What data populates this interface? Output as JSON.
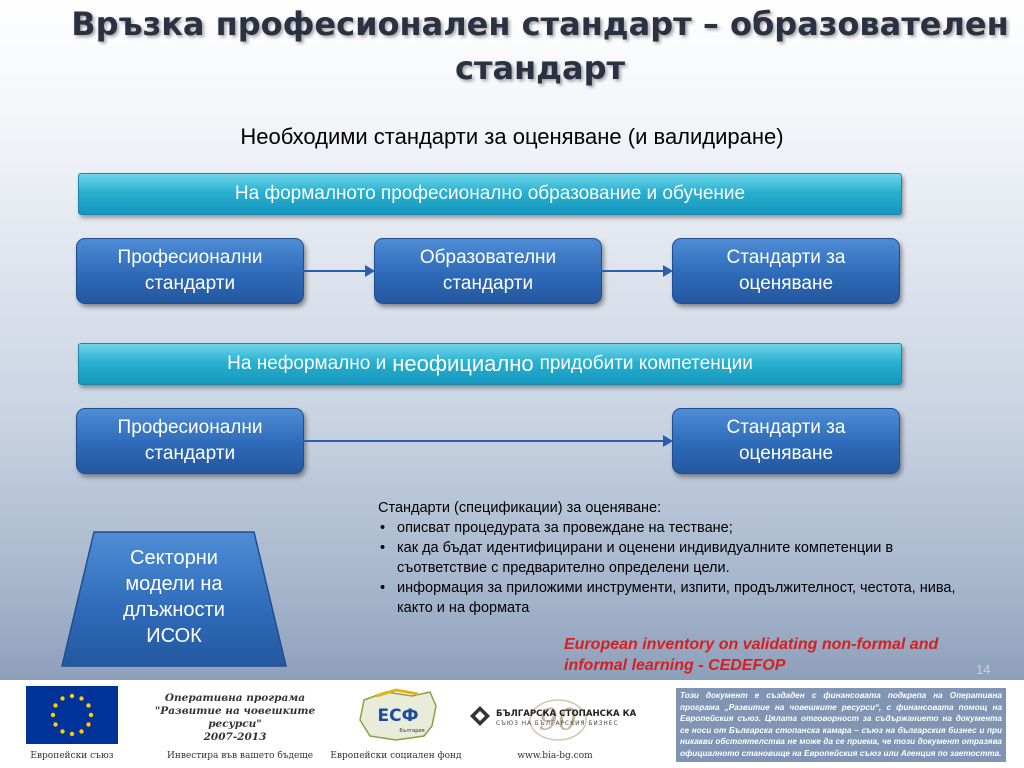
{
  "title_line1": "Връзка професионален стандарт – образователен",
  "title_line2": "стандарт",
  "subtitle": "Необходими стандарти за оценяване (и валидиране)",
  "banner_formal": "На формалното  професионално образование и обучение",
  "banner_informal": {
    "part1": "На  неформално  и",
    "part2": "неофициално",
    "part3": "придобити компетенции"
  },
  "row1": {
    "box1": {
      "line1": "Професионални",
      "line2": "стандарти"
    },
    "box2": {
      "line1": "Образователни",
      "line2": "стандарти"
    },
    "box3": {
      "line1": "Стандарти за",
      "line2": "оценяване"
    }
  },
  "row2": {
    "box1": {
      "line1": "Професионални",
      "line2": "стандарти"
    },
    "box2": {
      "line1": "Стандарти за",
      "line2": "оценяване"
    }
  },
  "trapezoid": {
    "line1": "Секторни",
    "line2": "модели на",
    "line3": "длъжности",
    "line4": "ИСОК"
  },
  "notes": {
    "heading": "Стандарти (спецификации) за оценяване:",
    "items": [
      "описват процедурата за провеждане на тестване;",
      "как да бъдат идентифицирани и оценени индивидуалните компетенции в съответствие с предварително определени цели.",
      "информация за приложими инструменти, изпити, продължителност, честота, нива, както и на формата"
    ]
  },
  "eu_reference": "European inventory on validating non-formal and informal learning - CEDEFOP",
  "slide_number": "14",
  "footer": {
    "eu_caption": "Европейски съюз",
    "op_title": "Оперативна програма",
    "op_name": "\"Развитие на човешките ресурси\"",
    "op_years": "2007-2013",
    "op_caption": "Инвестира във вашето бъдеще",
    "esf_logo_text": "ЕСФ",
    "esf_logo_sub": "България",
    "esf_caption": "Европейски социален фонд",
    "bcc_name": "БЪЛГАРСКА СТОПАНСКА КАМАРА",
    "bcc_sub": "СЪЮЗ НА БЪЛГАРСКИЯ БИЗНЕС",
    "bcc_anniversary": "90",
    "bcc_url": "www.bia-bg.com",
    "disclaimer": "Този документ е създаден с финансовата подкрепа на Оперативна програма „Развитие на човешките ресурси“, с финансовата помощ на Европейския съюз. Цялата отговорност за съдържанието на документа се носи от Българска стопанска камара – съюз на българския бизнес и при никакви обстоятелства не може да се приема, че този документ отразява официалното становище на Европейския съюз или Агенция по заетостта."
  },
  "colors": {
    "banner": "#29b0d0",
    "box": "#2e6ab8",
    "title": "#2a3143",
    "reference": "#d81e1e"
  }
}
